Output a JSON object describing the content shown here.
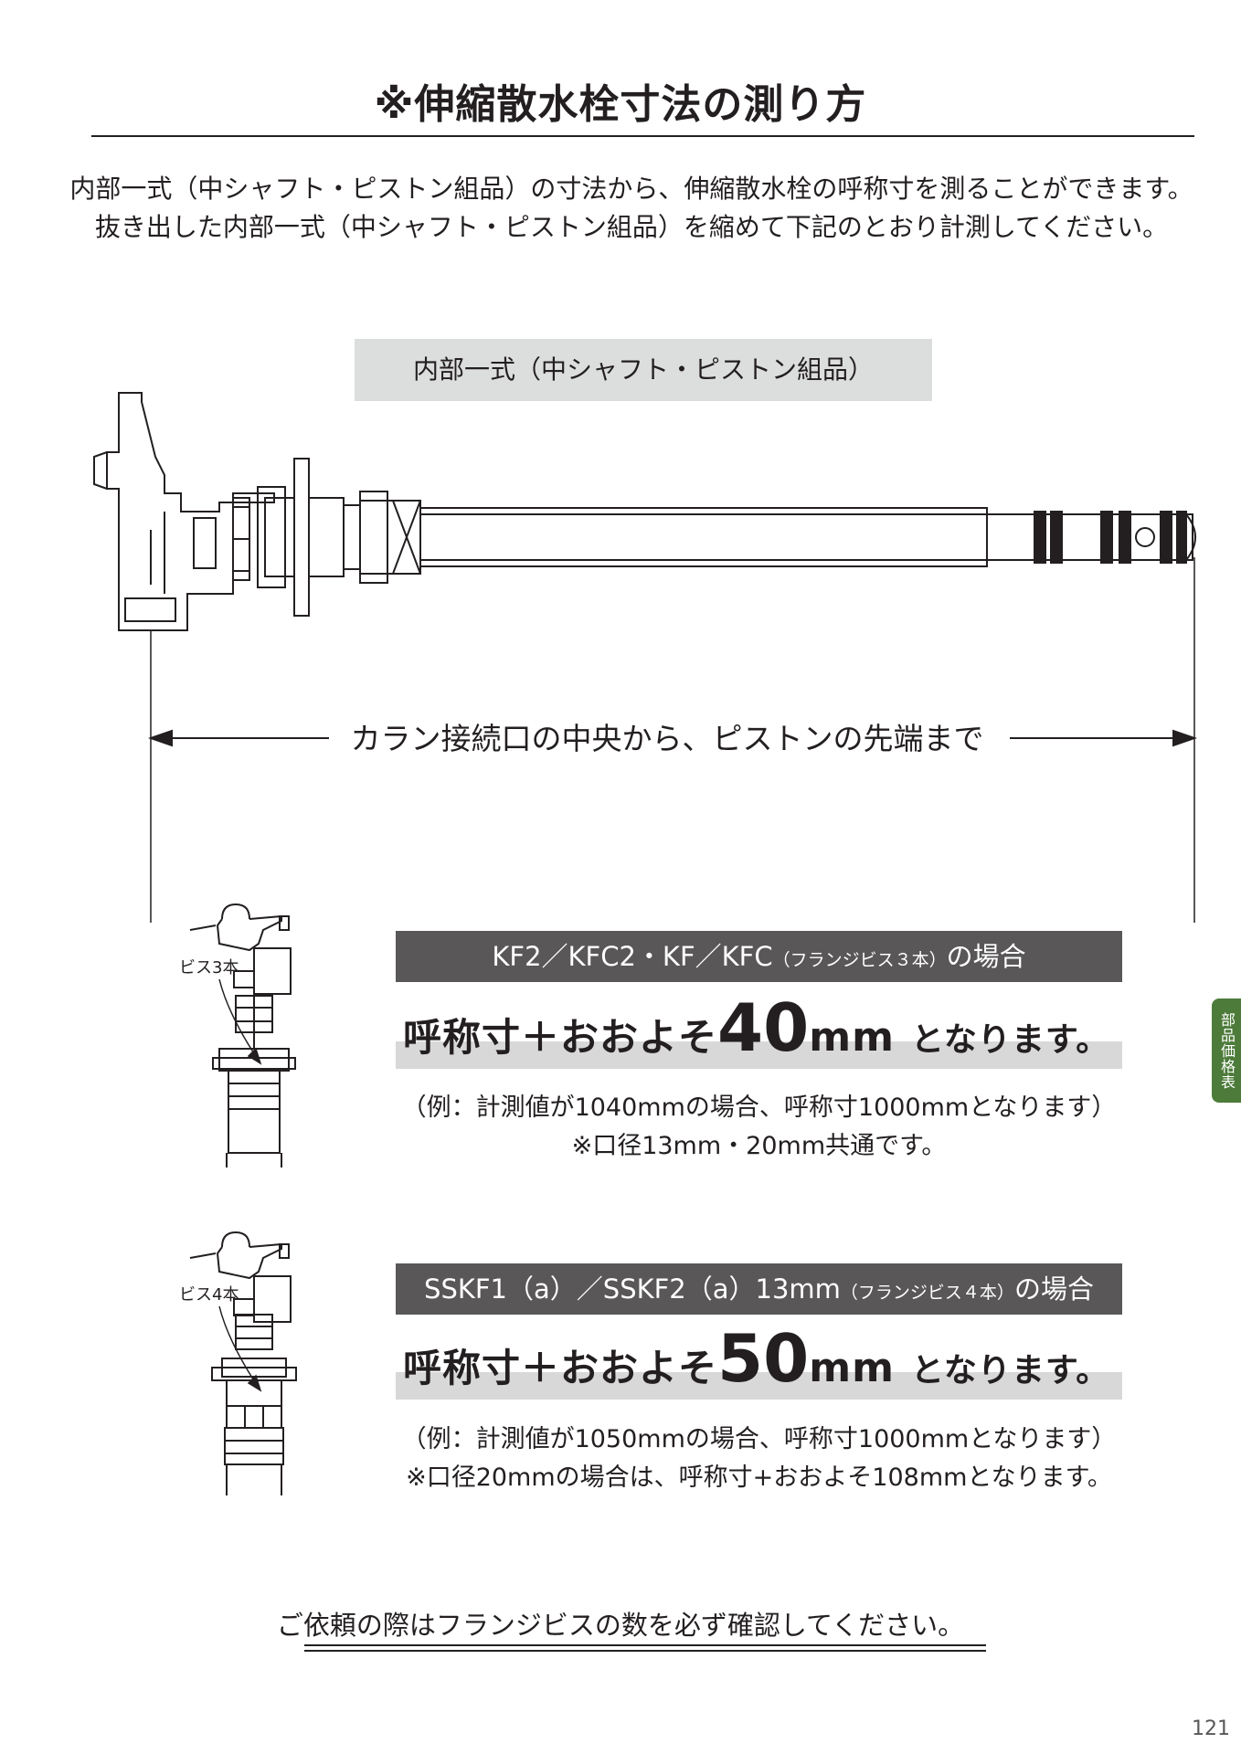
{
  "title": "※伸縮散水栓寸法の測り方",
  "intro": {
    "line1": "内部一式（中シャフト・ピストン組品）の寸法から、伸縮散水栓の呼称寸を測ることができます。",
    "line2": "抜き出した内部一式（中シャフト・ピストン組品）を縮めて下記のとおり計測してください。"
  },
  "diagram": {
    "label": "内部一式（中シャフト・ピストン組品）",
    "measure_text": "カラン接続口の中央から、ピストンの先端まで"
  },
  "case1": {
    "header_main": "KF2／KFC2・KF／KFC",
    "header_small": "（フランジビス３本）",
    "header_tail": "の場合",
    "big_prefix": "呼称寸＋おおよそ",
    "big_num": "40",
    "big_unit": "mm",
    "big_tail": "となります。",
    "note1": "（例：計測値が1040mmの場合、呼称寸1000mmとなります）",
    "note2": "※口径13mm・20mm共通です。",
    "screw_label": "ビス3本"
  },
  "case2": {
    "header_main": "SSKF1（a）／SSKF2（a）13mm",
    "header_small": "（フランジビス４本）",
    "header_tail": "の場合",
    "big_prefix": "呼称寸＋おおよそ",
    "big_num": "50",
    "big_unit": "mm",
    "big_tail": "となります。",
    "note1": "（例：計測値が1050mmの場合、呼称寸1000mmとなります）",
    "note2": "※口径20mmの場合は、呼称寸+おおよそ108mmとなります。",
    "screw_label": "ビス4本"
  },
  "footer": "ご依頼の際はフランジビスの数を必ず確認してください。",
  "side_tab": "部品価格表",
  "page_number": "121"
}
